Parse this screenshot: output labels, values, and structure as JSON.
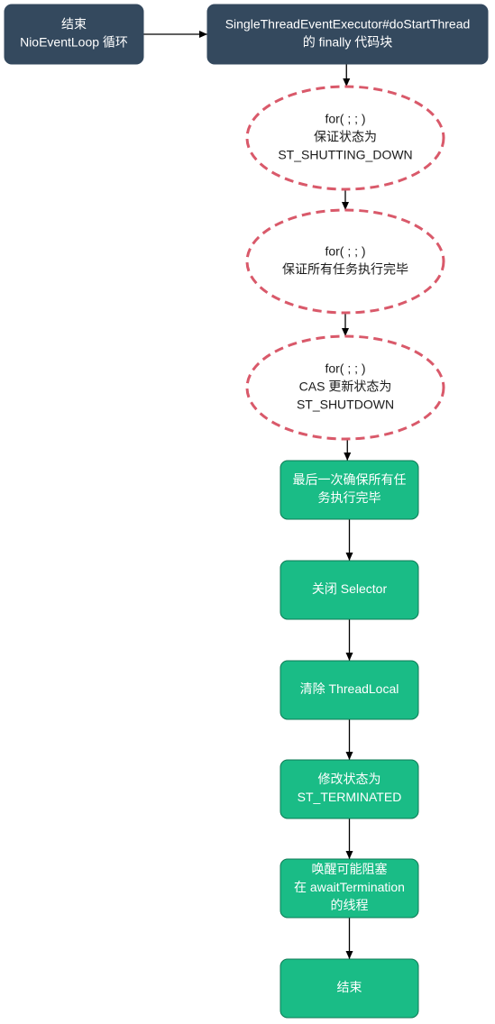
{
  "colors": {
    "dark_node": "#34495e",
    "dark_text": "#ffffff",
    "loop_stroke": "#d9596a",
    "loop_fill": "#ffffff",
    "loop_text": "#1a1a1a",
    "step_fill": "#1abc86",
    "step_stroke": "#0f7a55",
    "step_text": "#ffffff",
    "arrow": "#000000"
  },
  "nodes": [
    {
      "id": "end-nioeventloop",
      "shape": "rounded-rect",
      "style": "dark",
      "lines": [
        "结束",
        "NioEventLoop 循环"
      ]
    },
    {
      "id": "finally-block",
      "shape": "rounded-rect",
      "style": "dark",
      "lines": [
        "SingleThreadEventExecutor#doStartThread",
        "的 finally 代码块"
      ]
    },
    {
      "id": "loop-shutting-down",
      "shape": "ellipse",
      "style": "loop",
      "lines": [
        "for( ; ; )",
        "保证状态为",
        "ST_SHUTTING_DOWN"
      ]
    },
    {
      "id": "loop-tasks-done",
      "shape": "ellipse",
      "style": "loop",
      "lines": [
        "for( ; ; )",
        "保证所有任务执行完毕"
      ]
    },
    {
      "id": "loop-cas-shutdown",
      "shape": "ellipse",
      "style": "loop",
      "lines": [
        "for( ; ; )",
        "CAS 更新状态为",
        "ST_SHUTDOWN"
      ]
    },
    {
      "id": "final-tasks",
      "shape": "rounded-rect",
      "style": "step",
      "lines": [
        "最后一次确保所有任",
        "务执行完毕"
      ]
    },
    {
      "id": "close-selector",
      "shape": "rounded-rect",
      "style": "step",
      "lines": [
        "关闭 Selector"
      ]
    },
    {
      "id": "clear-threadlocal",
      "shape": "rounded-rect",
      "style": "step",
      "lines": [
        "清除 ThreadLocal"
      ]
    },
    {
      "id": "set-terminated",
      "shape": "rounded-rect",
      "style": "step",
      "lines": [
        "修改状态为",
        "ST_TERMINATED"
      ]
    },
    {
      "id": "wake-awaiting",
      "shape": "rounded-rect",
      "style": "step",
      "lines": [
        "唤醒可能阻塞",
        "在 awaitTermination",
        "的线程"
      ]
    },
    {
      "id": "end-final",
      "shape": "rounded-rect",
      "style": "step",
      "lines": [
        "结束"
      ]
    }
  ],
  "edges": [
    {
      "from": "end-nioeventloop",
      "to": "finally-block"
    },
    {
      "from": "finally-block",
      "to": "loop-shutting-down"
    },
    {
      "from": "loop-shutting-down",
      "to": "loop-tasks-done"
    },
    {
      "from": "loop-tasks-done",
      "to": "loop-cas-shutdown"
    },
    {
      "from": "loop-cas-shutdown",
      "to": "final-tasks"
    },
    {
      "from": "final-tasks",
      "to": "close-selector"
    },
    {
      "from": "close-selector",
      "to": "clear-threadlocal"
    },
    {
      "from": "clear-threadlocal",
      "to": "set-terminated"
    },
    {
      "from": "set-terminated",
      "to": "wake-awaiting"
    },
    {
      "from": "wake-awaiting",
      "to": "end-final"
    }
  ]
}
